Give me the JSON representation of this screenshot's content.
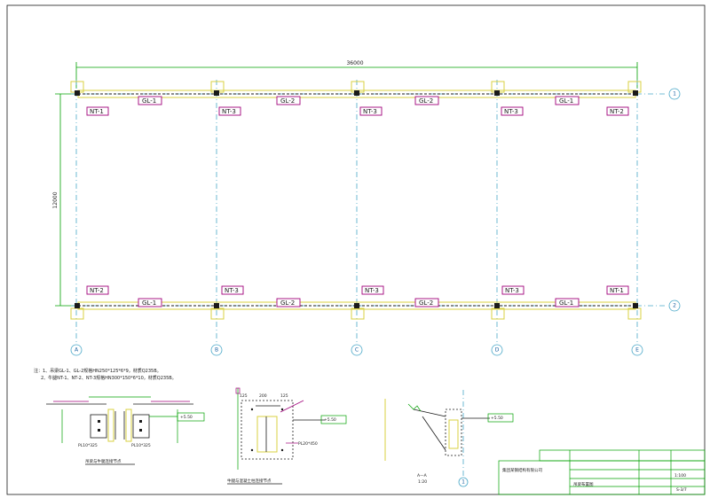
{
  "plan": {
    "axes_vertical": [
      "A",
      "B",
      "C",
      "D",
      "E"
    ],
    "axes_horizontal": [
      "1",
      "2"
    ],
    "dim_overall_width": "36000",
    "dim_overall_height": "12000",
    "beam_tags_top": [
      "GL-1",
      "GL-2",
      "GL-2",
      "GL-1"
    ],
    "beam_tags_bottom": [
      "GL-1",
      "GL-2",
      "GL-2",
      "GL-1"
    ],
    "node_tags_top": [
      "NT-1",
      "NT-3",
      "NT-3",
      "NT-3",
      "NT-2"
    ],
    "node_tags_bottom": [
      "NT-2",
      "NT-3",
      "NT-3",
      "NT-3",
      "NT-1"
    ]
  },
  "notes": {
    "line1": "注：1、吊梁GL-1、GL-2规格HN250*125*6*9，材质Q235B。",
    "line2": "2、牛腿NT-1、NT-2、NT-3规格HN300*150*6*10，材质Q235B。"
  },
  "details": {
    "detail1_title": "吊梁与牛腿连接节点",
    "detail1_elev": "+5.50",
    "detail1_plate_labels": [
      "PL10*325",
      "PL10*325"
    ],
    "detail2_title": "牛腿与混凝土柱连接节点",
    "detail2_elev": "+5.50",
    "detail2_plate": "PL20*450",
    "detail2_dims_top": [
      "125",
      "200",
      "125"
    ],
    "detail3_elev": "+5.50",
    "detail3_section": "A—A",
    "detail3_scale": "1:20",
    "detail3_axis": "1"
  },
  "title_block": {
    "company": "集团某钢结构有限公司",
    "drawing_name": "吊梁布置图",
    "sheet_no": "S-3/7",
    "scale": "1:100"
  }
}
